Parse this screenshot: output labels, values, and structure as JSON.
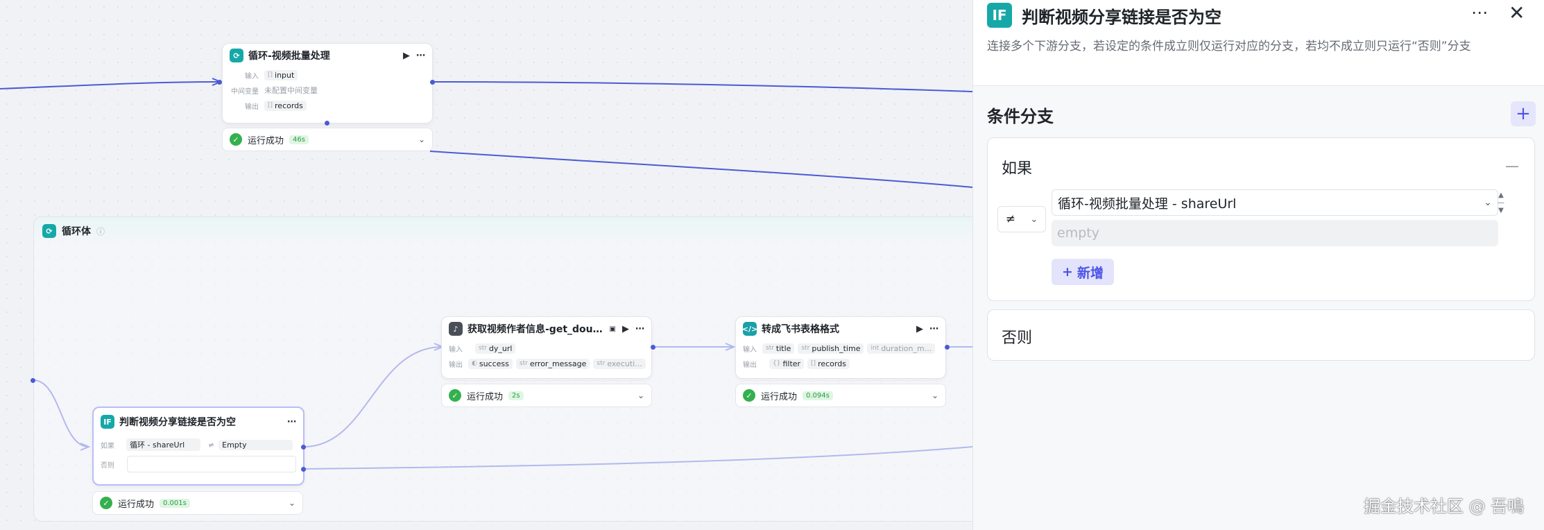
{
  "nodes": {
    "loop_batch": {
      "title": "循环-视频批量处理",
      "row_input_label": "输入",
      "row_input_tag": "input",
      "row_var_label": "中间变量",
      "row_var_value": "未配置中间变量",
      "row_output_label": "输出",
      "row_output_tag": "records",
      "status": "运行成功",
      "time": "46s"
    },
    "loop_body": {
      "title": "循环体"
    },
    "get_author": {
      "title": "获取视频作者信息-get_douyi...",
      "in_label": "输入",
      "in_tag": "dy_url",
      "out_label": "输出",
      "out_tag1": "success",
      "out_tag2": "error_message",
      "out_tag3": "executi...",
      "status": "运行成功",
      "time": "2s"
    },
    "to_feishu": {
      "title": "转成飞书表格格式",
      "in_label": "输入",
      "in_tag1": "title",
      "in_tag2": "publish_time",
      "in_tag3": "duration_m...",
      "out_label": "输出",
      "out_tag1": "filter",
      "out_tag2": "records",
      "status": "运行成功",
      "time": "0.094s"
    },
    "if_node": {
      "title": "判断视频分享链接是否为空",
      "if_label": "如果",
      "cond_left": "循环 - shareUrl",
      "cond_op": "≠",
      "cond_right": "Empty",
      "else_label": "否则",
      "status": "运行成功",
      "time": "0.001s"
    }
  },
  "panel": {
    "title": "判断视频分享链接是否为空",
    "icon_text": "IF",
    "description": "连接多个下游分支，若设定的条件成立则仅运行对应的分支，若均不成立则只运行“否则”分支",
    "section_title": "条件分支",
    "if_label": "如果",
    "condition_operator": "≠",
    "condition_field": "循环-视频批量处理 - shareUrl",
    "condition_value_placeholder": "empty",
    "add_condition_label": "新增",
    "else_label": "否则"
  },
  "watermark": "掘金技术社区 @ 吾鳴",
  "colors": {
    "accent": "#4d53e8",
    "edge": "#4a5bd4",
    "success": "#34b04f",
    "teal_icon": "#16a8a8"
  }
}
